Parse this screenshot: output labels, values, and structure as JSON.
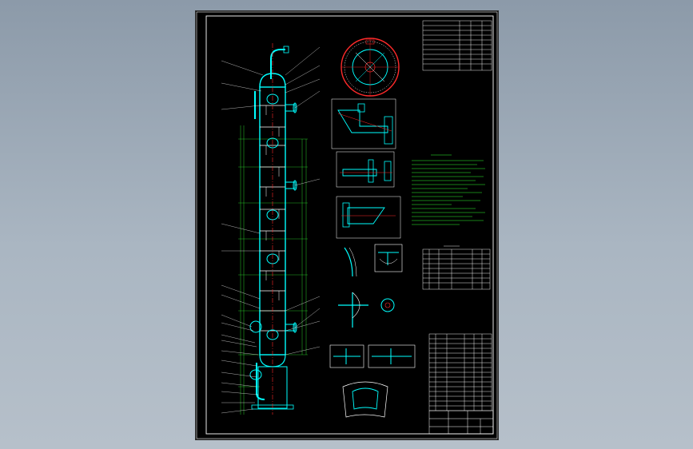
{
  "colors": {
    "background": "#9aa7b4",
    "sheet": "#000000",
    "border": "#ffffff",
    "vessel": "#00ffff",
    "centerline": "#ff2a2a",
    "leaders": "#ffffff",
    "notes_text": "#33ff33",
    "dimensions": "#33ff33"
  },
  "drawing": {
    "type": "column-assembly",
    "views": [
      "column-elevation",
      "top-plan-circle",
      "nozzle-detail-1",
      "nozzle-detail-2",
      "nozzle-detail-3",
      "head-detail",
      "tray-detail",
      "manhole-detail",
      "weld-detail-1",
      "weld-detail-2",
      "support-detail"
    ],
    "blocks": [
      "design-data-table",
      "technical-requirements",
      "nozzle-table",
      "parts-list",
      "title-block"
    ]
  }
}
